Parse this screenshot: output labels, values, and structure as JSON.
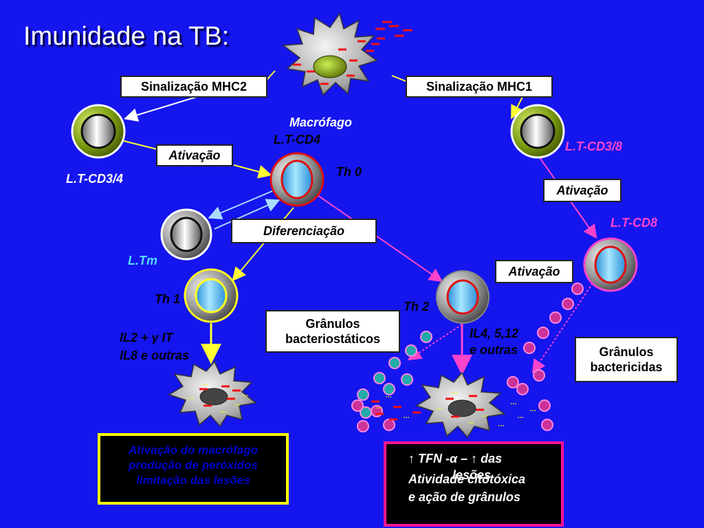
{
  "title": "Imunidade na TB:",
  "labels": {
    "sinal_mhc2": "Sinalização MHC2",
    "sinal_mhc1": "Sinalização MHC1",
    "macrofago": "Macrófago",
    "lt_cd4": "L.T-CD4",
    "lt_cd38": "L.T-CD3/8",
    "lt_cd34": "L.T-CD3/4",
    "ativacao_left": "Ativação",
    "ativacao_right": "Ativação",
    "ativacao_cd8": "Ativação",
    "th0": "Th 0",
    "lt_cd8": "L.T-CD8",
    "diferenciacao": "Diferenciação",
    "ltm": "L.Tm",
    "th1": "Th 1",
    "th2": "Th 2",
    "granulos_bacteriostaticos": "Grânulos bacteriostáticos",
    "granulos_bactericidas": "Grânulos bactericidas",
    "il2_line1": "IL2 + γ  IT",
    "il2_line2": "IL8 e outras",
    "il4_line1": "IL4, 5,12",
    "il4_line2": "e outras"
  },
  "bottom_left": {
    "line1": "Ativação do macrófago",
    "line2": "produção de peróxidos",
    "line3": "limitação das lesões"
  },
  "bottom_right": {
    "line1": "↑ TFN -α – ↑ das",
    "line2": "lesões",
    "line3": "Atividade citotóxica",
    "line4": "e ação de grânulos"
  },
  "colors": {
    "background": "#1515ee",
    "arrow_yellow": "#ffff33",
    "arrow_pink": "#ff44cc",
    "arrow_lightblue": "#aaddff",
    "cell_red_ring": "#dd1111",
    "cell_yellow_ring": "#ffff22",
    "granule": "#22aaaa"
  }
}
